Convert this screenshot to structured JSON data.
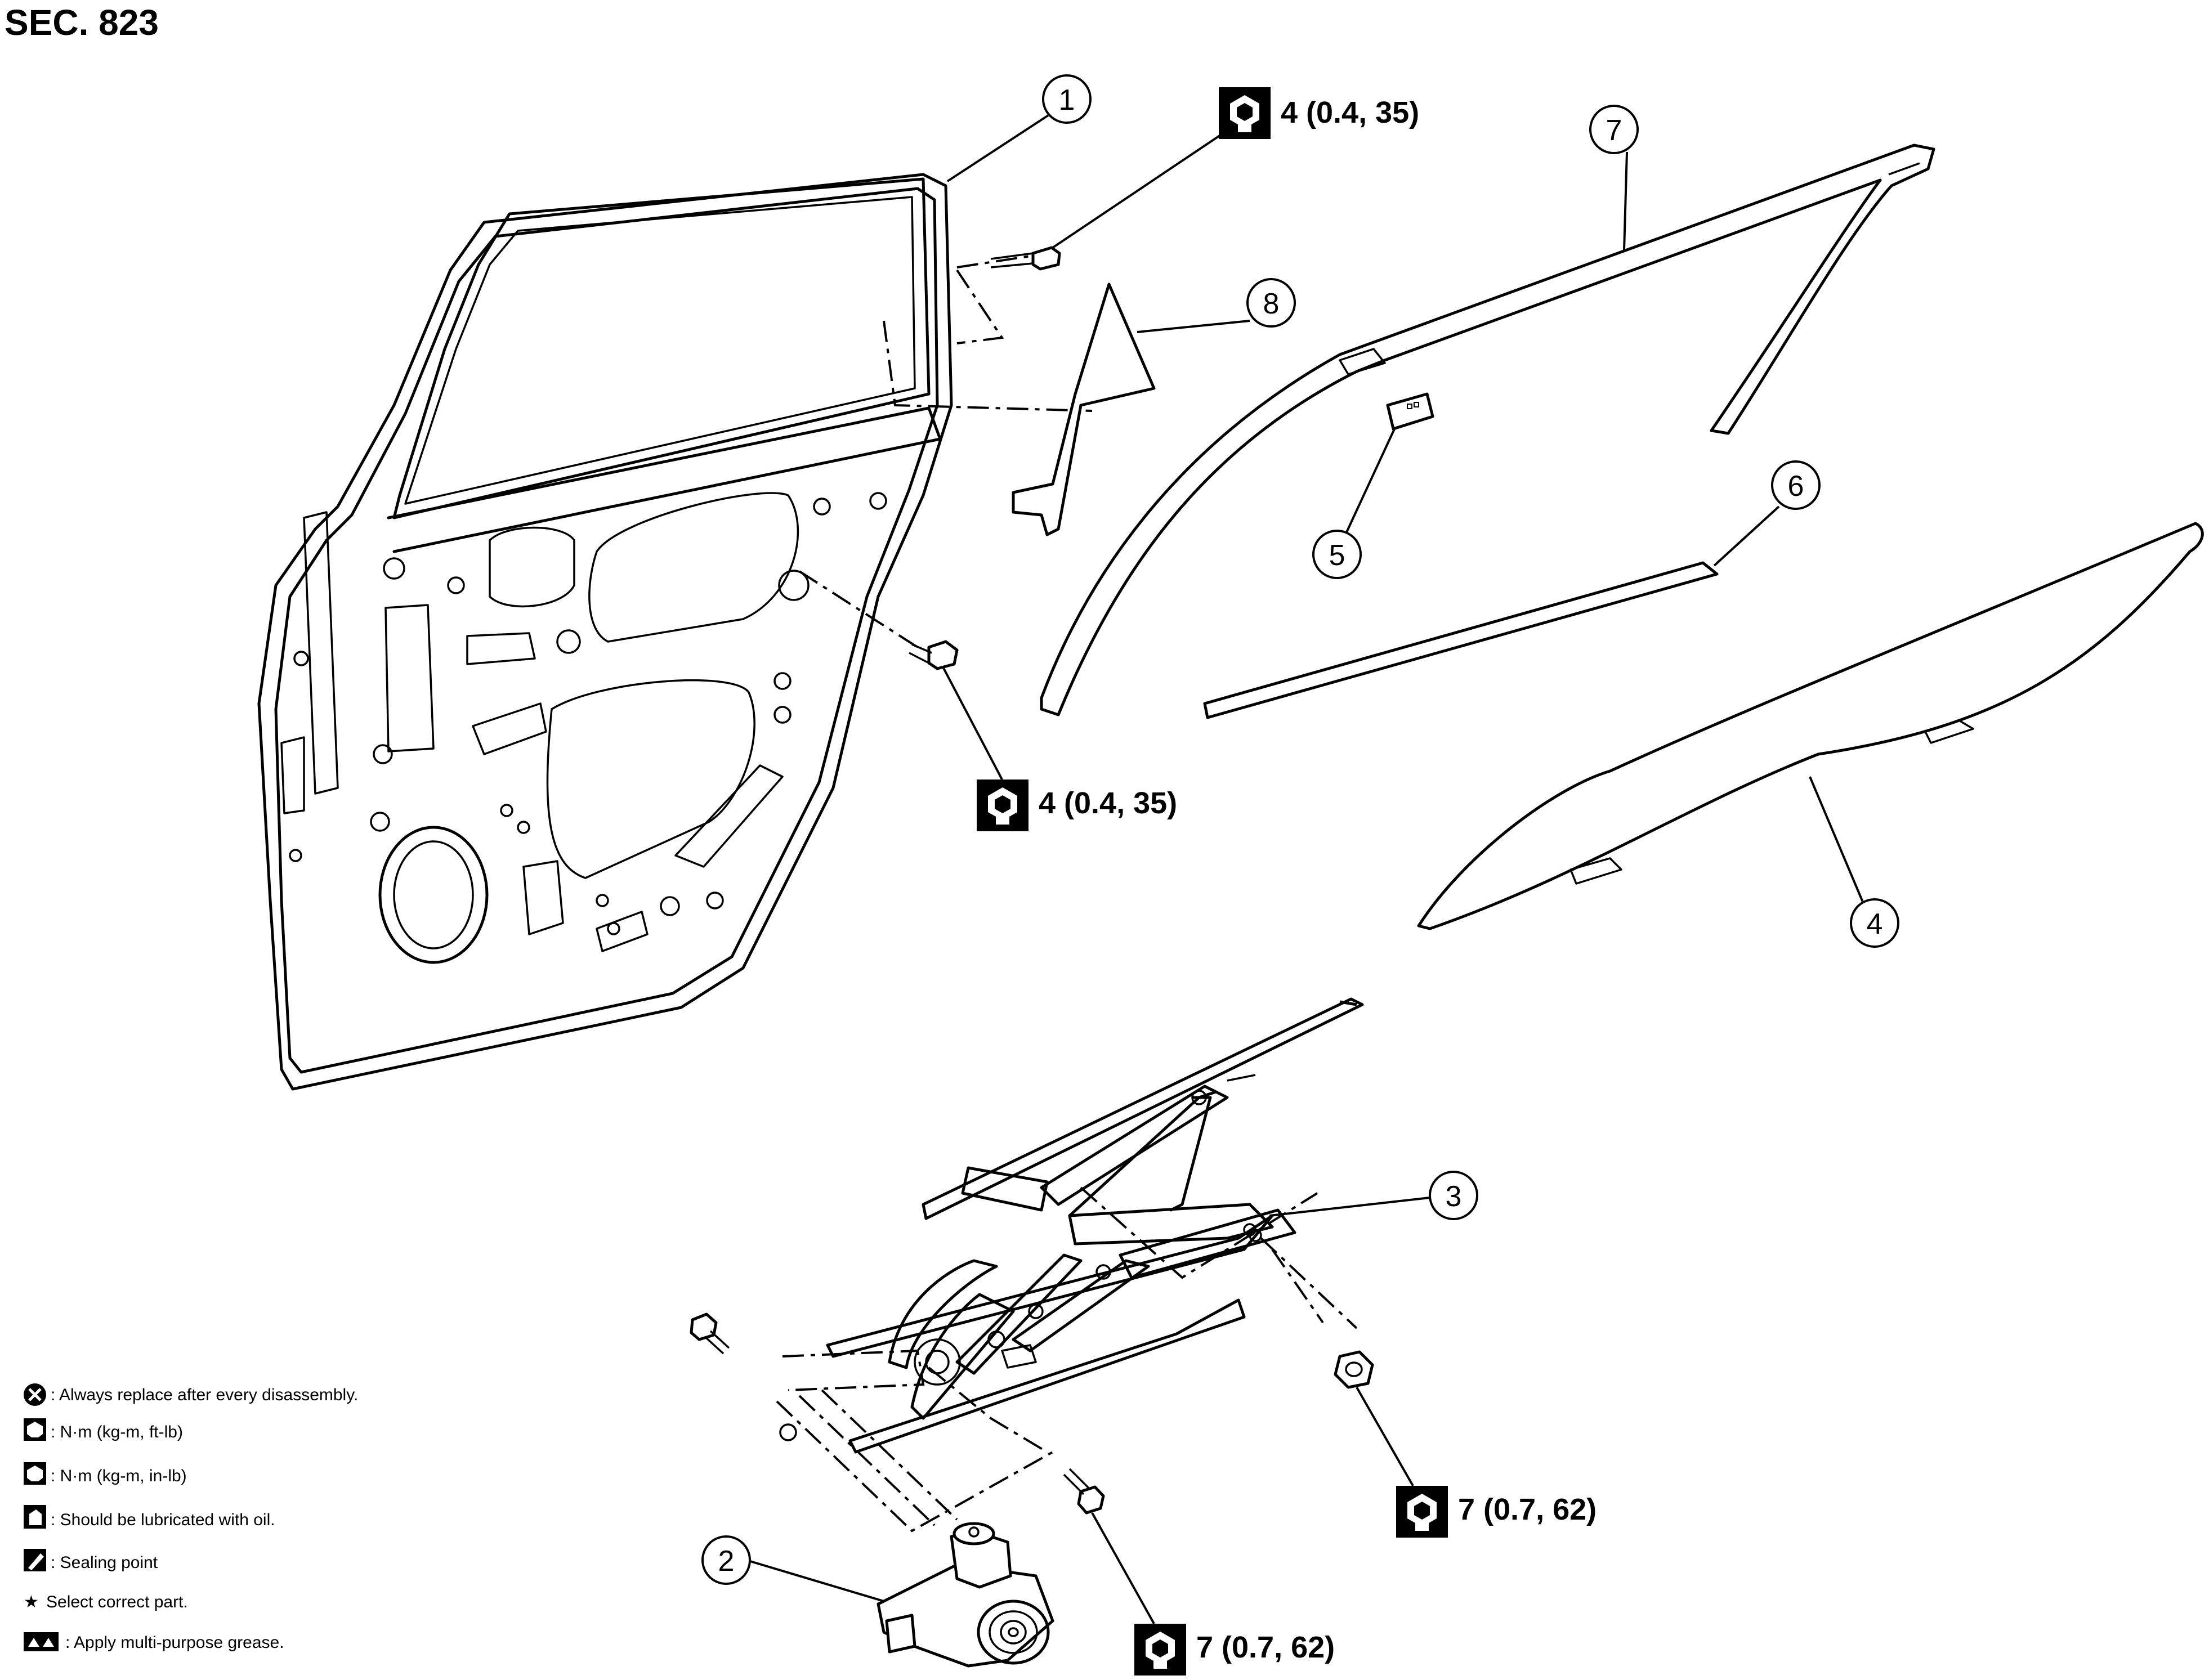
{
  "section_title": "SEC. 823",
  "callouts": [
    "1",
    "2",
    "3",
    "4",
    "5",
    "6",
    "7",
    "8"
  ],
  "torque_specs": {
    "bolt_upper": "4 (0.4, 35)",
    "bolt_regulator": "4 (0.4, 35)",
    "nut_right": "7 (0.7, 62)",
    "bolt_lower": "7 (0.7, 62)"
  },
  "legend": {
    "replace": ": Always replace after every disassembly.",
    "nm_ftlb": ": N·m (kg-m, ft-lb)",
    "nm_inlb": ": N·m (kg-m, in-lb)",
    "lubricate": ": Should be lubricated with oil.",
    "sealing": ": Sealing point",
    "select": "Select correct part.",
    "grease": ": Apply multi-purpose grease."
  },
  "icons": {
    "torque": "torque-wrench-icon",
    "replace": "circle-x-icon",
    "star": "★"
  }
}
